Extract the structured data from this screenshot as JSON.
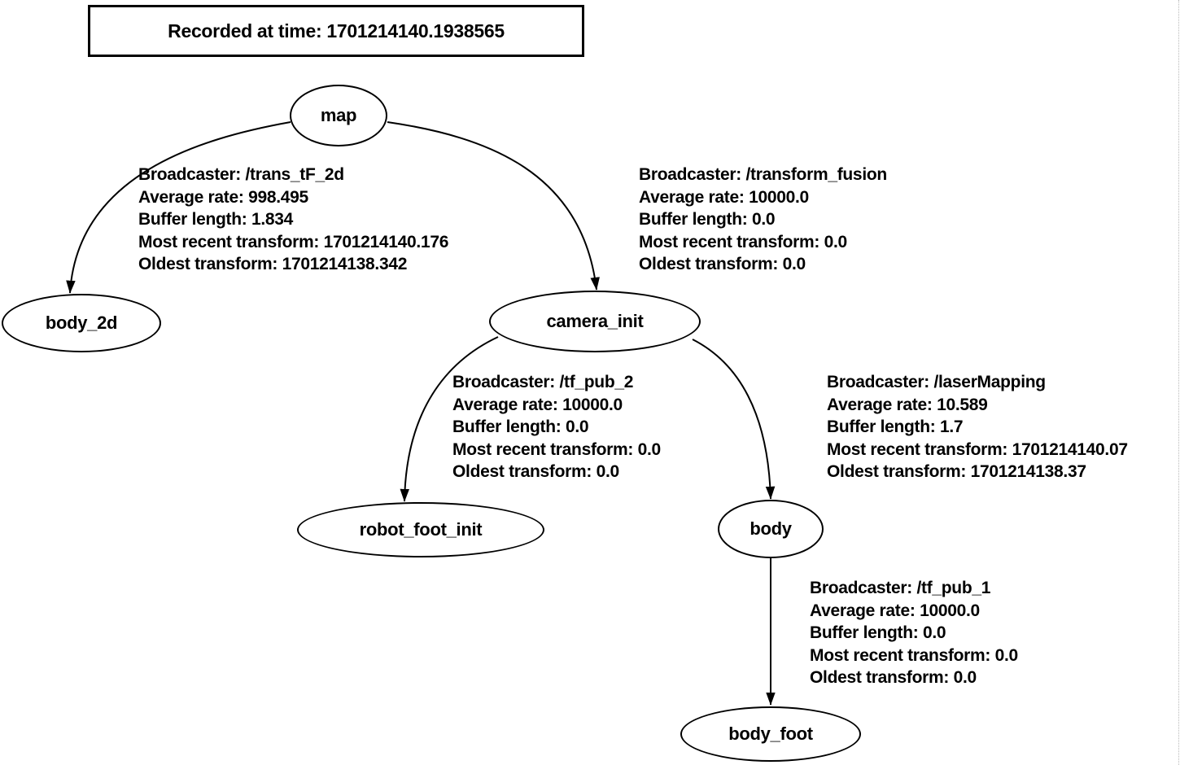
{
  "title_box": {
    "text": "Recorded at time: 1701214140.1938565"
  },
  "nodes": [
    {
      "id": "map",
      "label": "map"
    },
    {
      "id": "body_2d",
      "label": "body_2d"
    },
    {
      "id": "camera_init",
      "label": "camera_init"
    },
    {
      "id": "robot_foot_init",
      "label": "robot_foot_init"
    },
    {
      "id": "body",
      "label": "body"
    },
    {
      "id": "body_foot",
      "label": "body_foot"
    }
  ],
  "edges": [
    {
      "from": "map",
      "to": "body_2d",
      "lines": [
        "Broadcaster: /trans_tF_2d",
        "Average rate: 998.495",
        "Buffer length: 1.834",
        "Most recent transform: 1701214140.176",
        "Oldest transform: 1701214138.342"
      ]
    },
    {
      "from": "map",
      "to": "camera_init",
      "lines": [
        "Broadcaster: /transform_fusion",
        "Average rate: 10000.0",
        "Buffer length: 0.0",
        "Most recent transform: 0.0",
        "Oldest transform: 0.0"
      ]
    },
    {
      "from": "camera_init",
      "to": "robot_foot_init",
      "lines": [
        "Broadcaster: /tf_pub_2",
        "Average rate: 10000.0",
        "Buffer length: 0.0",
        "Most recent transform: 0.0",
        "Oldest transform: 0.0"
      ]
    },
    {
      "from": "camera_init",
      "to": "body",
      "lines": [
        "Broadcaster: /laserMapping",
        "Average rate: 10.589",
        "Buffer length: 1.7",
        "Most recent transform: 1701214140.07",
        "Oldest transform: 1701214138.37"
      ]
    },
    {
      "from": "body",
      "to": "body_foot",
      "lines": [
        "Broadcaster: /tf_pub_1",
        "Average rate: 10000.0",
        "Buffer length: 0.0",
        "Most recent transform: 0.0",
        "Oldest transform: 0.0"
      ]
    }
  ],
  "colors": {
    "ink": "#000000",
    "background": "#ffffff"
  }
}
